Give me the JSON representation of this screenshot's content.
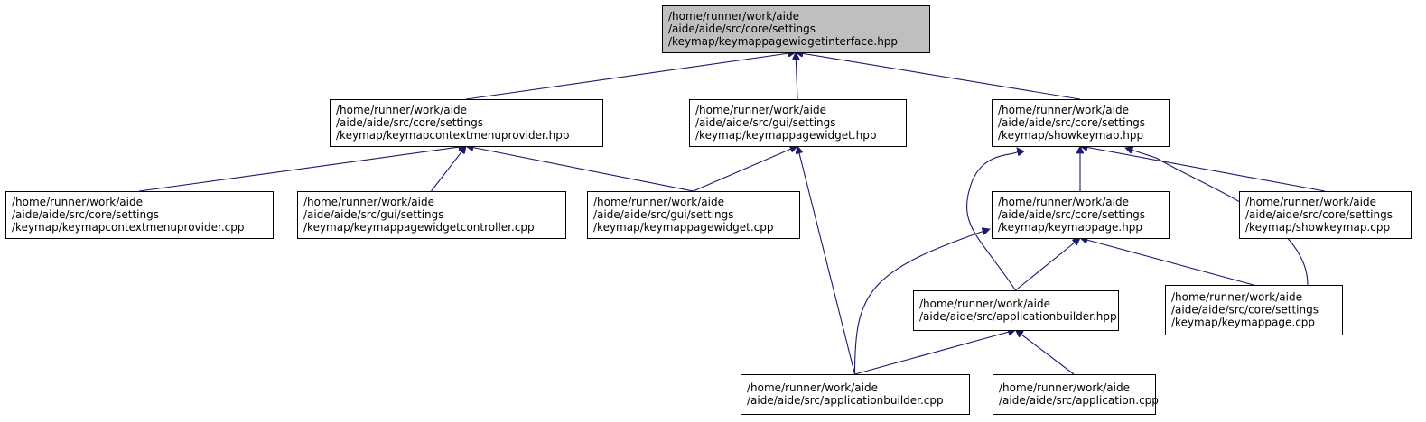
{
  "colors": {
    "edge": "#191970",
    "root_fill": "#bfbfbf",
    "node_fill": "#ffffff",
    "border": "#000000"
  },
  "nodes": [
    {
      "id": "root",
      "lines": [
        "/home/runner/work/aide",
        "/aide/aide/src/core/settings",
        "/keymap/keymappagewidgetinterface.hpp"
      ],
      "highlight": true
    },
    {
      "id": "contextmenuprovider_hpp",
      "lines": [
        "/home/runner/work/aide",
        "/aide/aide/src/core/settings",
        "/keymap/keymapcontextmenuprovider.hpp"
      ]
    },
    {
      "id": "keymappagewidget_hpp",
      "lines": [
        "/home/runner/work/aide",
        "/aide/aide/src/gui/settings",
        "/keymap/keymappagewidget.hpp"
      ]
    },
    {
      "id": "showkeymap_hpp",
      "lines": [
        "/home/runner/work/aide",
        "/aide/aide/src/core/settings",
        "/keymap/showkeymap.hpp"
      ]
    },
    {
      "id": "contextmenuprovider_cpp",
      "lines": [
        "/home/runner/work/aide",
        "/aide/aide/src/core/settings",
        "/keymap/keymapcontextmenuprovider.cpp"
      ]
    },
    {
      "id": "keymappagewidgetcontroller_cpp",
      "lines": [
        "/home/runner/work/aide",
        "/aide/aide/src/gui/settings",
        "/keymap/keymappagewidgetcontroller.cpp"
      ]
    },
    {
      "id": "keymappagewidget_cpp",
      "lines": [
        "/home/runner/work/aide",
        "/aide/aide/src/gui/settings",
        "/keymap/keymappagewidget.cpp"
      ]
    },
    {
      "id": "keymappage_hpp",
      "lines": [
        "/home/runner/work/aide",
        "/aide/aide/src/core/settings",
        "/keymap/keymappage.hpp"
      ]
    },
    {
      "id": "showkeymap_cpp",
      "lines": [
        "/home/runner/work/aide",
        "/aide/aide/src/core/settings",
        "/keymap/showkeymap.cpp"
      ]
    },
    {
      "id": "applicationbuilder_hpp",
      "lines": [
        "/home/runner/work/aide",
        "/aide/aide/src/applicationbuilder.hpp"
      ]
    },
    {
      "id": "keymappage_cpp",
      "lines": [
        "/home/runner/work/aide",
        "/aide/aide/src/core/settings",
        "/keymap/keymappage.cpp"
      ]
    },
    {
      "id": "applicationbuilder_cpp",
      "lines": [
        "/home/runner/work/aide",
        "/aide/aide/src/applicationbuilder.cpp"
      ]
    },
    {
      "id": "application_cpp",
      "lines": [
        "/home/runner/work/aide",
        "/aide/aide/src/application.cpp"
      ]
    }
  ],
  "edges": [
    {
      "from": "contextmenuprovider_hpp",
      "to": "root"
    },
    {
      "from": "keymappagewidget_hpp",
      "to": "root"
    },
    {
      "from": "showkeymap_hpp",
      "to": "root"
    },
    {
      "from": "contextmenuprovider_cpp",
      "to": "contextmenuprovider_hpp"
    },
    {
      "from": "keymappagewidgetcontroller_cpp",
      "to": "contextmenuprovider_hpp"
    },
    {
      "from": "keymappagewidget_cpp",
      "to": "contextmenuprovider_hpp"
    },
    {
      "from": "keymappagewidget_cpp",
      "to": "keymappagewidget_hpp"
    },
    {
      "from": "applicationbuilder_cpp",
      "to": "keymappagewidget_hpp"
    },
    {
      "from": "keymappage_hpp",
      "to": "showkeymap_hpp"
    },
    {
      "from": "applicationbuilder_hpp",
      "to": "showkeymap_hpp"
    },
    {
      "from": "keymappage_cpp",
      "to": "showkeymap_hpp"
    },
    {
      "from": "showkeymap_cpp",
      "to": "showkeymap_hpp"
    },
    {
      "from": "applicationbuilder_hpp",
      "to": "keymappage_hpp"
    },
    {
      "from": "keymappage_cpp",
      "to": "keymappage_hpp"
    },
    {
      "from": "applicationbuilder_cpp",
      "to": "keymappage_hpp"
    },
    {
      "from": "applicationbuilder_cpp",
      "to": "applicationbuilder_hpp"
    },
    {
      "from": "application_cpp",
      "to": "applicationbuilder_hpp"
    }
  ]
}
